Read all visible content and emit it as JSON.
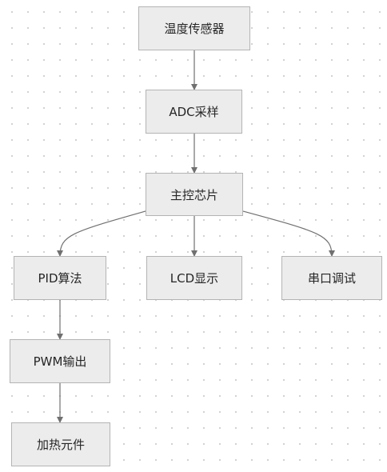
{
  "nodes": {
    "temp_sensor": "温度传感器",
    "adc": "ADC采样",
    "mcu": "主控芯片",
    "pid": "PID算法",
    "lcd": "LCD显示",
    "uart": "串口调试",
    "pwm": "PWM输出",
    "heater": "加热元件"
  },
  "colors": {
    "node_fill": "#ececec",
    "node_border": "#b4b4b4",
    "edge": "#707070",
    "text": "#262626"
  }
}
